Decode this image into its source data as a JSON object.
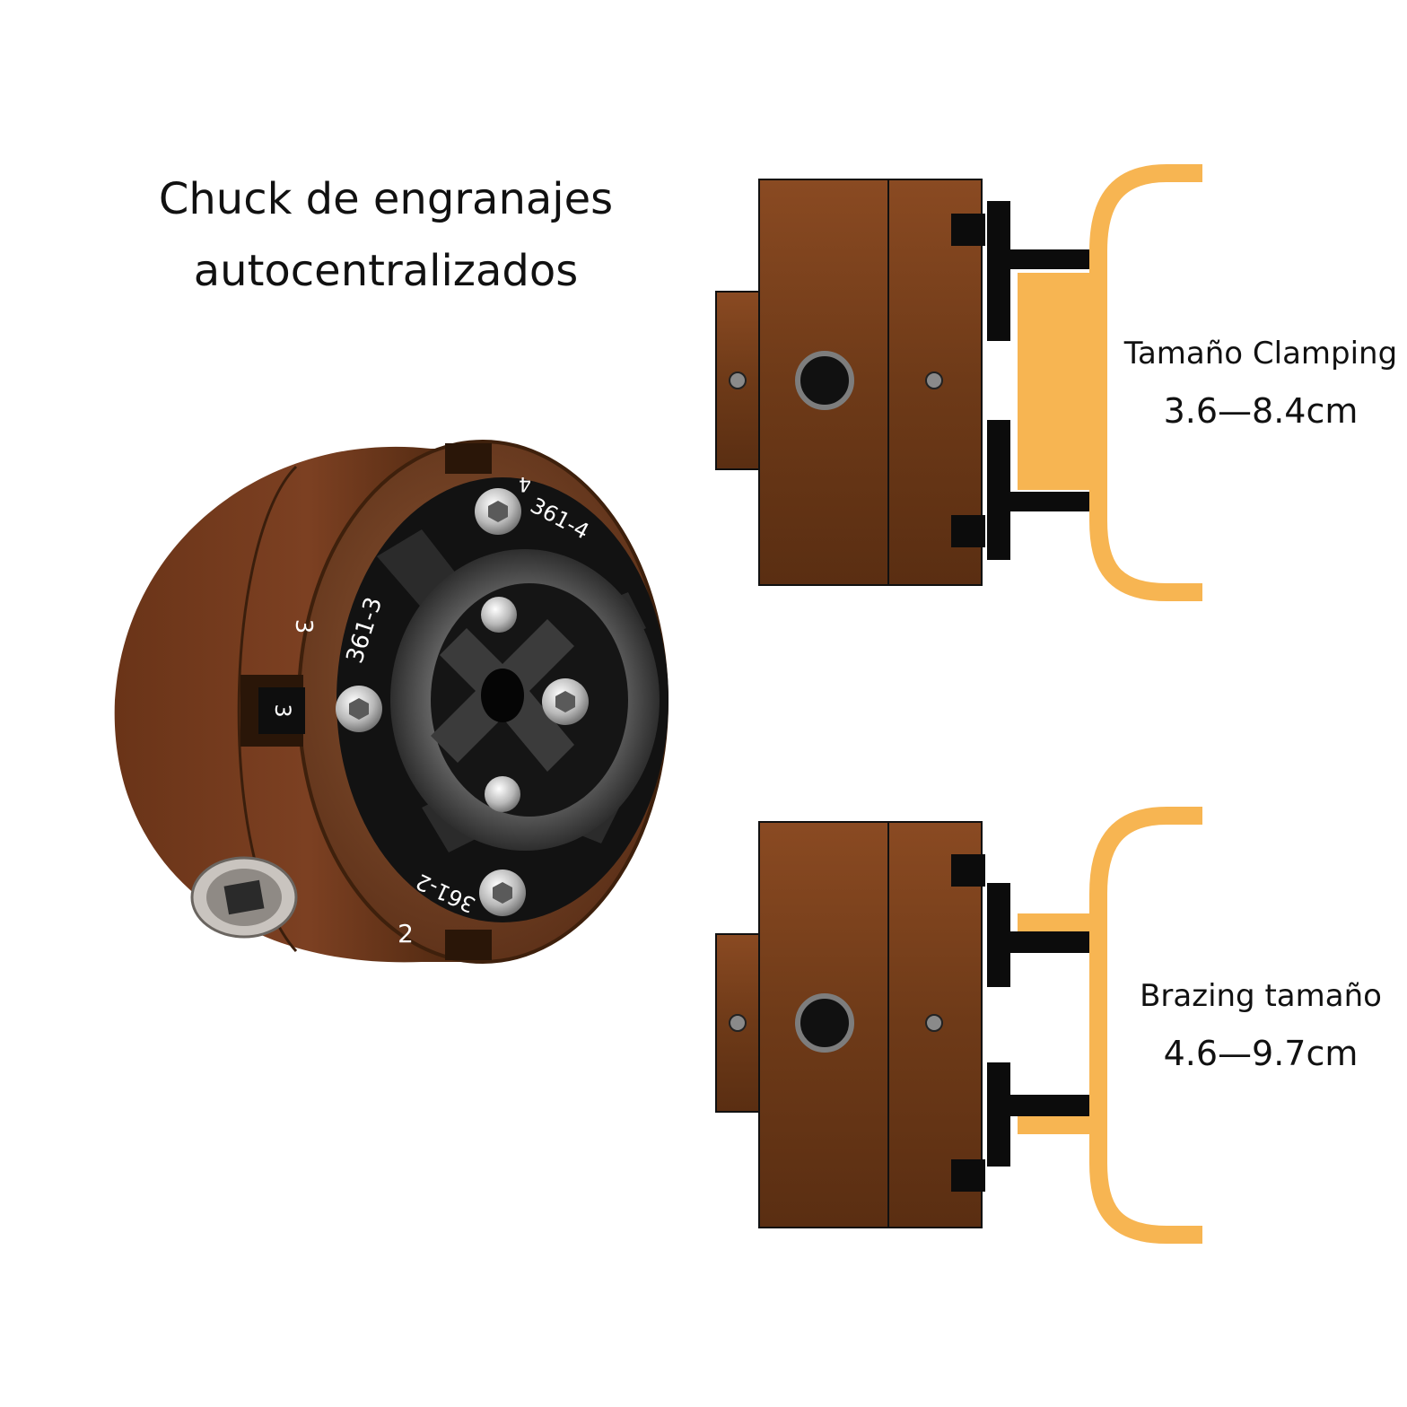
{
  "title": {
    "line1": "Chuck de engranajes",
    "line2": "autocentralizados"
  },
  "chuck_marks": {
    "jaw4_code": "361-4",
    "jaw3_code": "361-3",
    "jaw2_code": "361-2",
    "body_num_3": "3",
    "slot_num_3": "3",
    "body_num_2": "2",
    "rim_num_4": "4"
  },
  "clamping": {
    "label": "Tamaño Clamping",
    "range": "3.6—8.4cm"
  },
  "brazing": {
    "label": "Brazing tamaño",
    "range": "4.6—9.7cm"
  },
  "colors": {
    "body": "#6e3a18",
    "jaw": "#111111",
    "workpiece": "#f7b552",
    "background": "#ffffff"
  }
}
